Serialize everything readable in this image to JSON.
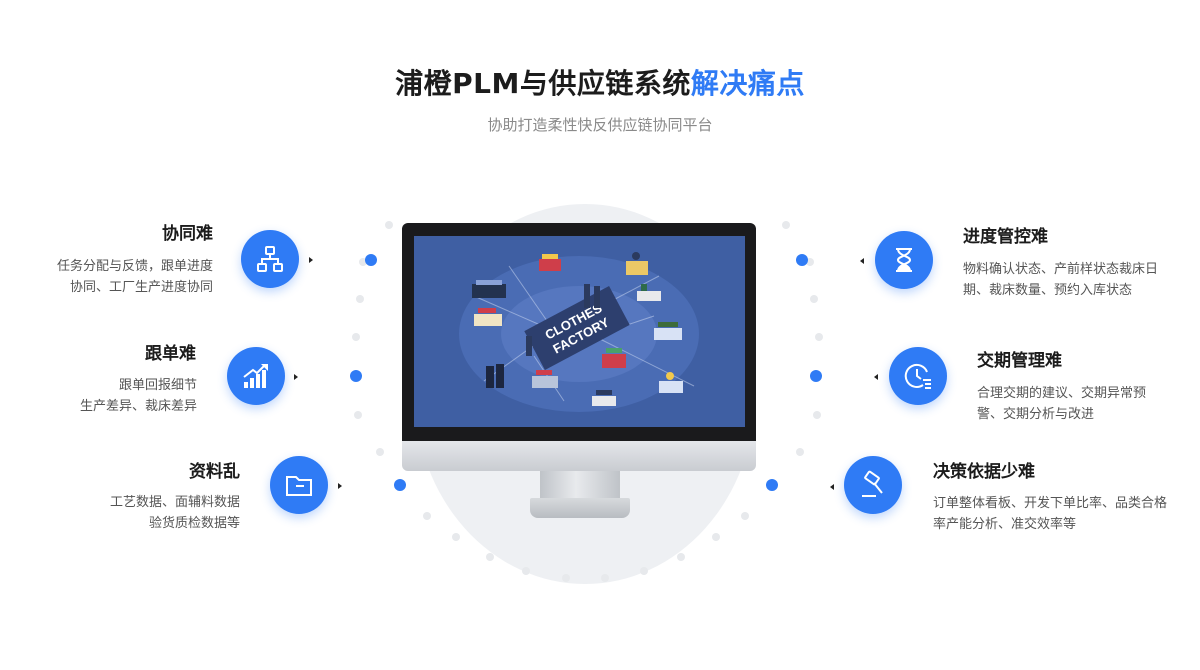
{
  "header": {
    "title_main": "浦橙PLM与供应链系统",
    "title_accent": "解决痛点",
    "subtitle": "协助打造柔性快反供应链协同平台",
    "accent_color": "#2f7bf5"
  },
  "left_items": [
    {
      "title": "协同难",
      "desc_line1": "任务分配与反馈，跟单进度",
      "desc_line2": "协同、工厂生产进度协同",
      "icon": "org-chart-icon"
    },
    {
      "title": "跟单难",
      "desc_line1": "跟单回报细节",
      "desc_line2": "生产差异、裁床差异",
      "icon": "growth-chart-icon"
    },
    {
      "title": "资料乱",
      "desc_line1": "工艺数据、面辅料数据",
      "desc_line2": "验货质检数据等",
      "icon": "folder-icon"
    }
  ],
  "right_items": [
    {
      "title": "进度管控难",
      "desc_line1": "物料确认状态、产前样状态裁床日",
      "desc_line2": "期、裁床数量、预约入库状态",
      "icon": "hourglass-icon"
    },
    {
      "title": "交期管理难",
      "desc_line1": "合理交期的建议、交期异常预",
      "desc_line2": "警、交期分析与改进",
      "icon": "clock-list-icon"
    },
    {
      "title": "决策依据少难",
      "desc_line1": "订单整体看板、开发下单比率、品类合格",
      "desc_line2": "率产能分析、准交效率等",
      "icon": "gavel-icon"
    }
  ],
  "screen": {
    "headline_line1": "CLOTHES",
    "headline_line2": "FACTORY"
  }
}
